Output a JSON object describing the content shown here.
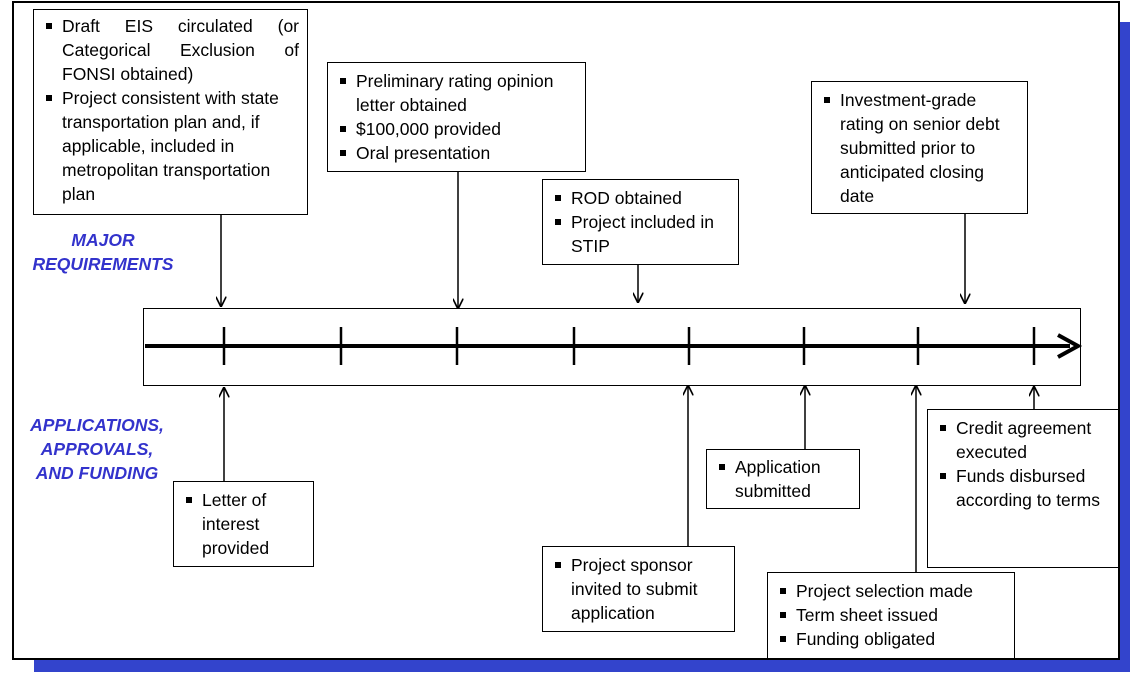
{
  "labels": {
    "major": [
      "MAJOR",
      "REQUIREMENTS"
    ],
    "applications": [
      "APPLICATIONS,",
      "APPROVALS,",
      "AND FUNDING"
    ]
  },
  "top_boxes": [
    {
      "items": [
        "Draft EIS circulated (or Categorical Exclusion of FONSI obtained)",
        "Project consistent with state transportation plan and, if applicable, included in metropolitan transportation plan"
      ]
    },
    {
      "items": [
        "Preliminary rating opinion letter obtained",
        "$100,000 provided",
        "Oral presentation"
      ]
    },
    {
      "items": [
        "ROD obtained",
        "Project included in STIP"
      ]
    },
    {
      "items": [
        "Investment-grade rating on senior debt submitted prior to anticipated closing date"
      ]
    }
  ],
  "bottom_boxes": [
    {
      "items": [
        "Letter of interest provided"
      ]
    },
    {
      "items": [
        "Project sponsor invited to submit application"
      ]
    },
    {
      "items": [
        "Application submitted"
      ]
    },
    {
      "items": [
        "Project selection made",
        "Term sheet issued",
        "Funding obligated"
      ]
    },
    {
      "items": [
        "Credit agreement executed",
        "Funds disbursed according to terms"
      ]
    }
  ],
  "colors": {
    "label": "#3333cc",
    "shadow": "#3344cc"
  }
}
